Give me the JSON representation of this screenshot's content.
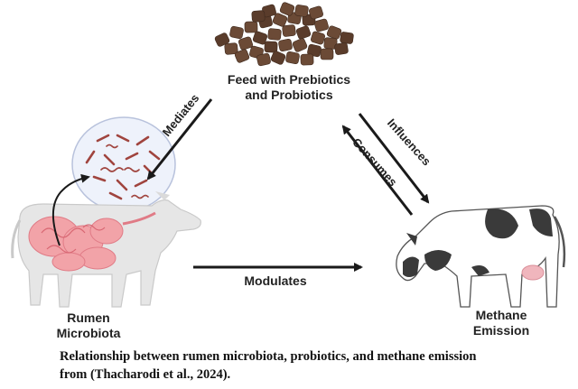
{
  "nodes": {
    "feed": [
      "Feed with Prebiotics",
      "and Probiotics"
    ],
    "rumen": [
      "Rumen",
      "Microbiota"
    ],
    "methane": [
      "Methane",
      "Emission"
    ]
  },
  "edges": {
    "mediates": "Mediates",
    "influences": "Influences",
    "consumes": "Consumes",
    "modulates": "Modulates"
  },
  "caption": [
    "Relationship between rumen microbiota, probiotics, and methane emission",
    "from (Thacharodi et al., 2024)."
  ],
  "colors": {
    "arrow": "#1a1a1a",
    "text": "#222222",
    "feed_pellet": "#6b4a36",
    "cow_body": "#e6e6e6",
    "gut": "#f2a3a8",
    "spot": "#3a3a3a",
    "udder": "#f0b6bd",
    "microbe": "#a0443e"
  },
  "icons": [
    "feed-pellets-icon",
    "microbiota-bubble-icon",
    "rumen-cow-icon",
    "grazing-cow-icon"
  ]
}
